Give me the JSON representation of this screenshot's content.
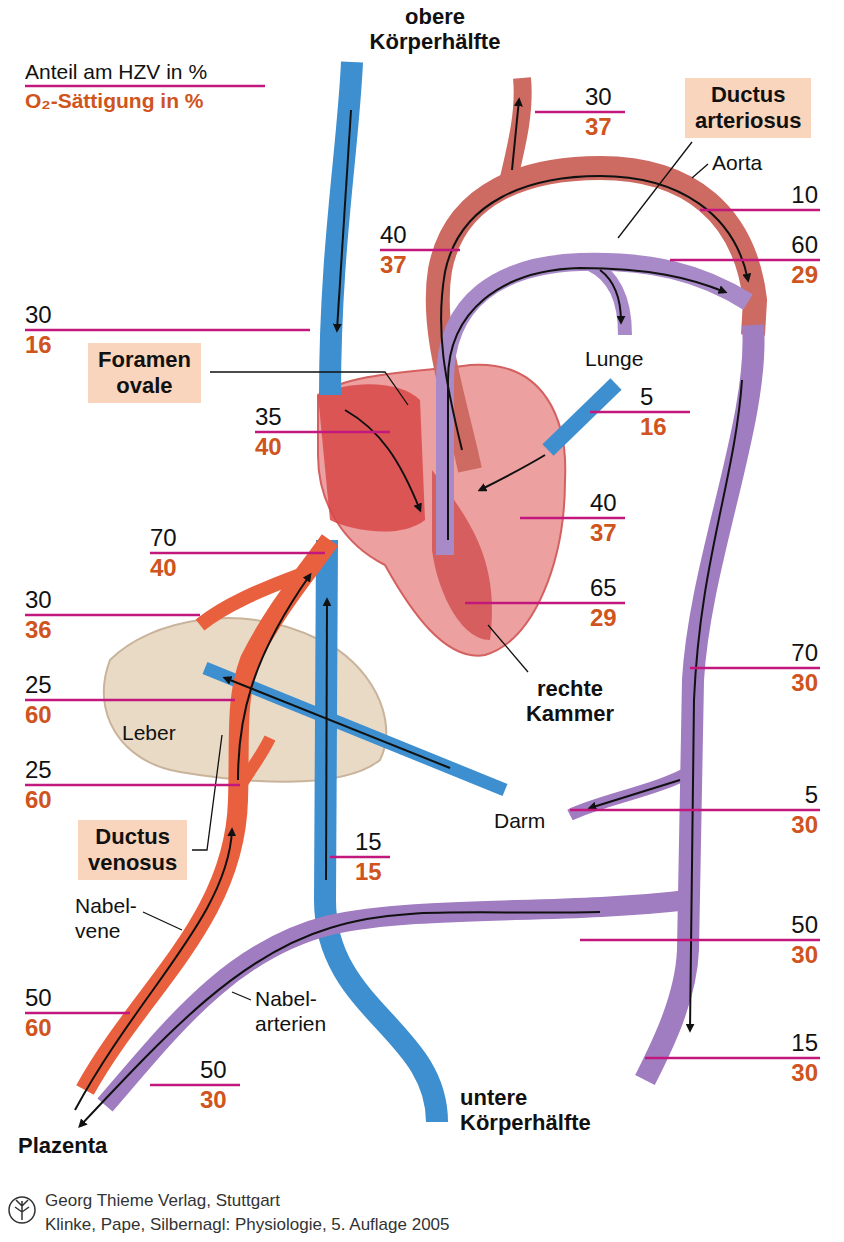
{
  "diagram": {
    "nodes": [
      {
        "text": [
          "Ductus arteriosus"
        ]
      },
      {
        "text": [
          "Foramen ovale"
        ]
      },
      {
        "text": [
          "Ductus venosus"
        ]
      }
    ],
    "labels": [
      "obere Körperhälfte",
      "30",
      "37",
      "Aorta",
      "10",
      "40",
      "37",
      "60",
      "29",
      "30",
      "16",
      "Lunge",
      "5",
      "16",
      "35",
      "40",
      "40",
      "37",
      "70",
      "40",
      "65",
      "29",
      "30",
      "36",
      "rechte Kammer",
      "70",
      "30",
      "25",
      "60",
      "Leber",
      "25",
      "60",
      "5",
      "30",
      "Darm",
      "15",
      "15",
      "Nabel- vene",
      "50",
      "30",
      "50",
      "60",
      "Nabel- arterien",
      "15",
      "30",
      "50",
      "30",
      "untere Körperhälfte",
      "Plazenta",
      "Georg Thieme Verlag, Stuttgart",
      "Klinke, Pape, Silbernagl: Physiologie, 5. Auflage 2005"
    ],
    "legend": [
      {
        "text": "Anteil am HZV in %"
      },
      {
        "text": "O₂-Sättigung in %"
      }
    ]
  }
}
